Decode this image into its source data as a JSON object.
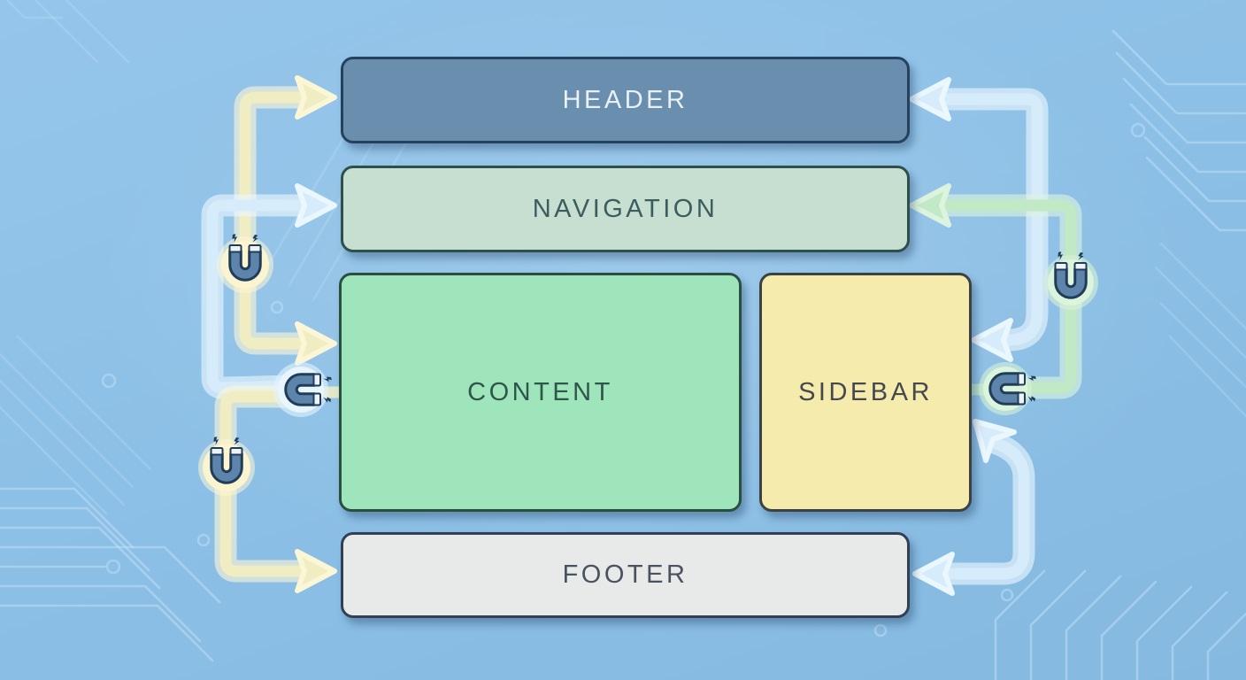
{
  "diagram": {
    "background_color": "#8dc0e6",
    "boxes": [
      {
        "id": "header",
        "label": "HEADER",
        "fill": "#6a8eae",
        "border": "#24425e",
        "text_color": "#e9f1f6"
      },
      {
        "id": "navigation",
        "label": "NAVIGATION",
        "fill": "#c6dfd1",
        "border": "#2e4f4a",
        "text_color": "#3c5c5e"
      },
      {
        "id": "content",
        "label": "CONTENT",
        "fill": "#9fe5bc",
        "border": "#2b4f3e",
        "text_color": "#2f564a"
      },
      {
        "id": "sidebar",
        "label": "SIDEBAR",
        "fill": "#f5ebad",
        "border": "#3c4142",
        "text_color": "#45494f"
      },
      {
        "id": "footer",
        "label": "FOOTER",
        "fill": "#e8e9e9",
        "border": "#333f52",
        "text_color": "#49525f"
      }
    ],
    "arrow_colors": {
      "yellow": "#f0edc3",
      "blue": "#d6ecfb",
      "green": "#c2e9c6"
    },
    "arrows": [
      {
        "color": "yellow",
        "heads": [
          "HEADER left edge",
          "CONTENT left edge"
        ],
        "shape": "left rail with two right-pointing arrowheads"
      },
      {
        "color": "blue",
        "heads": [
          "NAVIGATION left edge"
        ],
        "tail": "runs down left rail to magnet beside CONTENT"
      },
      {
        "color": "yellow",
        "heads": [
          "FOOTER left edge"
        ],
        "tail": "starts at magnet beside CONTENT, runs down through magnet"
      },
      {
        "color": "blue",
        "heads": [
          "HEADER right edge",
          "SIDEBAR right edge"
        ],
        "shape": "right rail with two left-pointing arrowheads"
      },
      {
        "color": "green",
        "heads": [
          "NAVIGATION right edge"
        ],
        "tail": "runs down right rail through magnet to magnet at SIDEBAR right edge"
      },
      {
        "color": "blue",
        "heads": [
          "SIDEBAR bottom-right corner",
          "FOOTER right edge"
        ],
        "shape": "double-headed curve"
      }
    ],
    "icons": [
      {
        "name": "magnet-icon",
        "shape": "horseshoe",
        "opening": "up",
        "glow": "#fdf6d6",
        "sparks": 2
      },
      {
        "name": "magnet-icon",
        "shape": "horseshoe",
        "opening": "right",
        "glow": "#e2f3fd",
        "sparks": 2
      },
      {
        "name": "magnet-icon",
        "shape": "horseshoe",
        "opening": "up",
        "glow": "#fdf6d6",
        "sparks": 2
      },
      {
        "name": "magnet-icon",
        "shape": "horseshoe",
        "opening": "up",
        "glow": "#d6f2d6",
        "sparks": 2
      },
      {
        "name": "magnet-icon",
        "shape": "horseshoe",
        "opening": "right",
        "glow": "#d6f2d6",
        "sparks": 2
      }
    ]
  }
}
